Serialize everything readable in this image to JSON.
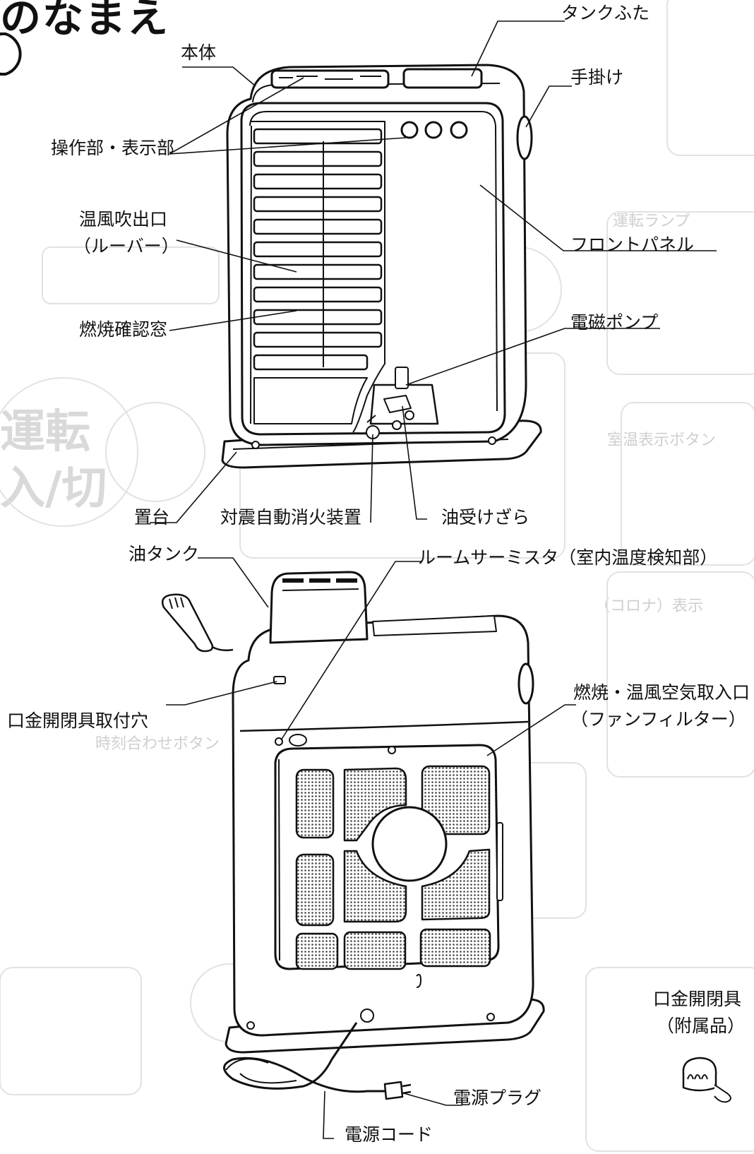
{
  "title": "のなまえ",
  "main_unit": {
    "labels": {
      "body": "本体",
      "tank_lid": "タンクふた",
      "handle": "手掛け",
      "control_panel": "操作部・表示部",
      "vent_line1": "温風吹出口",
      "vent_line2": "（ルーバー）",
      "front_panel": "フロントパネル",
      "window": "燃焼確認窓",
      "pump": "電磁ポンプ",
      "stand": "置台",
      "extinguisher": "対震自動消火装置",
      "drip_tray": "油受けざら"
    }
  },
  "rear_unit": {
    "labels": {
      "oil_tank": "油タンク",
      "thermistor": "ルームサーミスタ（室内温度検知部）",
      "cap_hole": "口金開閉具取付穴",
      "intake_line1": "燃焼・温風空気取入口",
      "intake_line2": "（ファンフィルター）",
      "plug": "電源プラグ",
      "cord": "電源コード"
    }
  },
  "accessory": {
    "line1": "口金開閉具",
    "line2": "（附属品）"
  },
  "background_faint": {
    "card1": "（コロナ）表示",
    "card2": "時刻合わせボタン",
    "card3": "室温表示ボタン",
    "card4": "運転ランプ",
    "big1": "運転",
    "big2": "入/切"
  }
}
